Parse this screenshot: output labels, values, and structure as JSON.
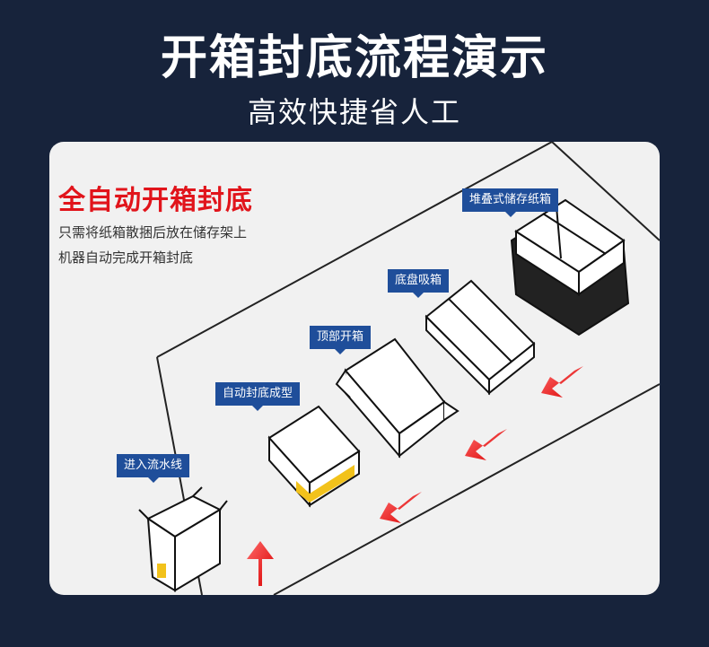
{
  "header": {
    "title": "开箱封底流程演示",
    "subtitle": "高效快捷省人工"
  },
  "panel": {
    "headline": "全自动开箱封底",
    "description_lines": [
      "只需将纸箱散捆后放在储存架上",
      "机器自动完成开箱封底"
    ],
    "steps": [
      "堆叠式储存纸箱",
      "底盘吸箱",
      "顶部开箱",
      "自动封底成型",
      "进入流水线"
    ]
  },
  "colors": {
    "background": "#17233b",
    "panel": "#f1f1f1",
    "accent_red": "#e1141b",
    "tag_blue": "#1f4e9a",
    "tape_yellow": "#f2c21b"
  },
  "icons": [
    "stacked-boxes-icon",
    "suction-box-icon",
    "open-top-box-icon",
    "sealed-bottom-box-icon",
    "finished-box-icon",
    "down-arrow-icon"
  ]
}
